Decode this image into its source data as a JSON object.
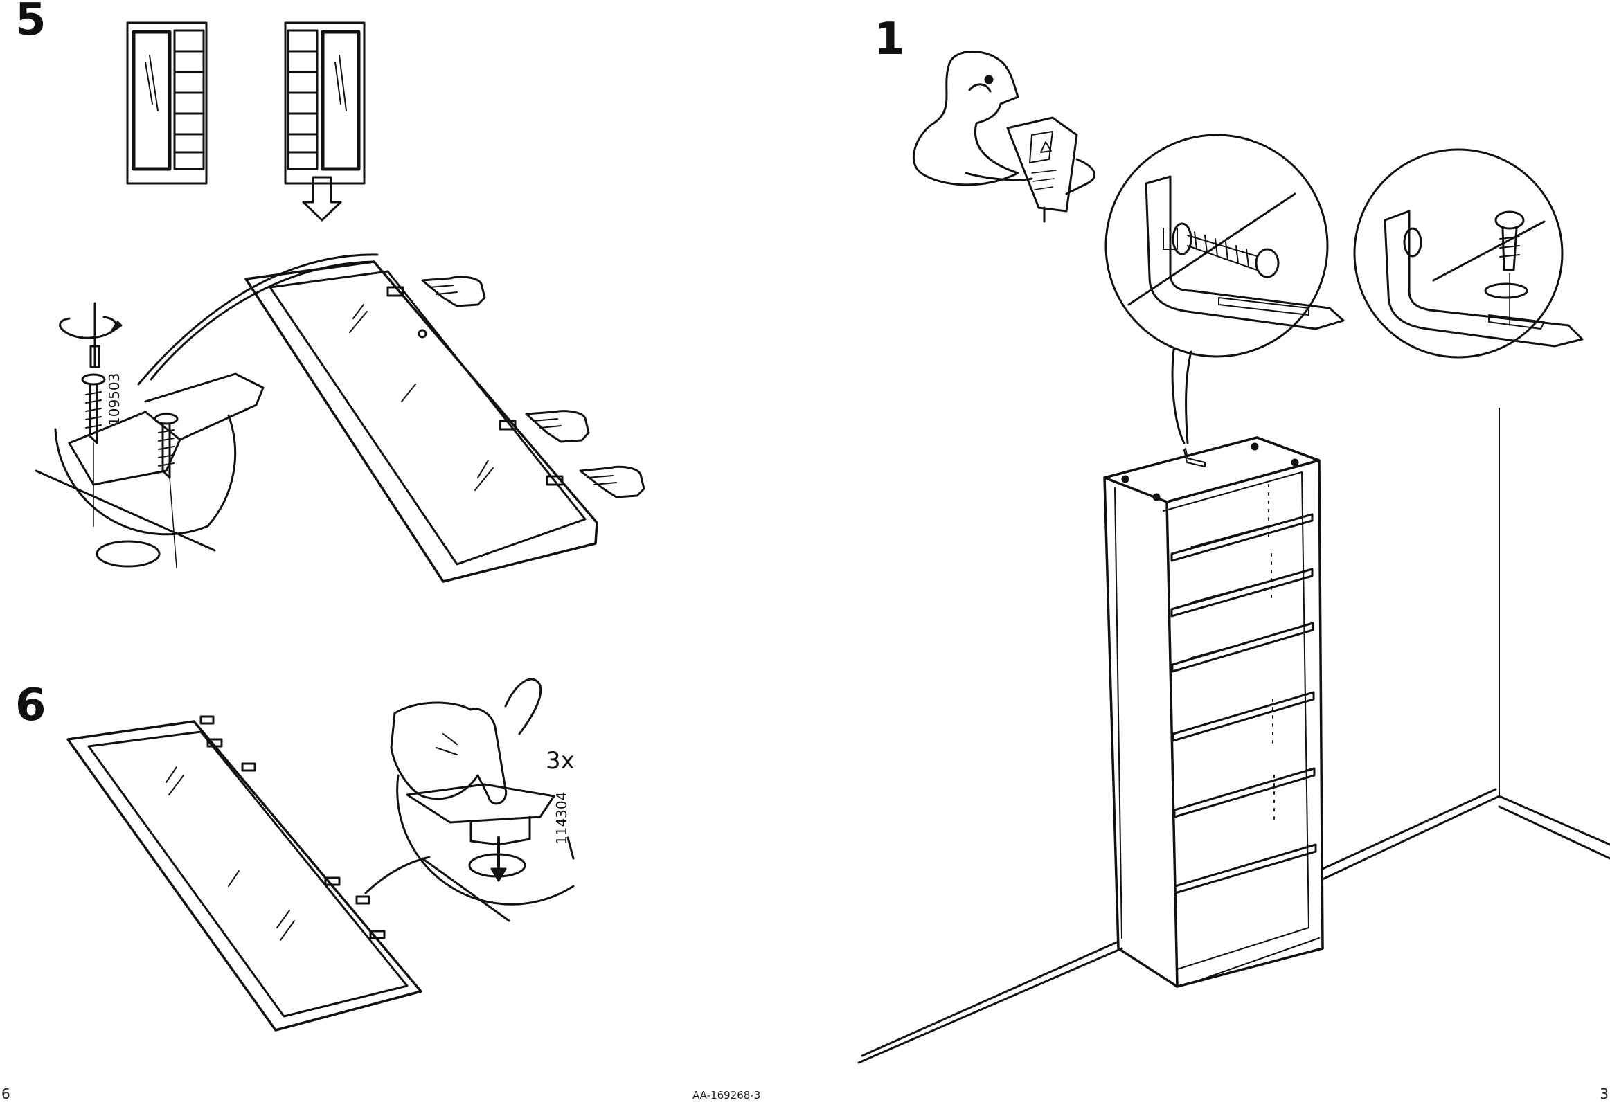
{
  "document": {
    "doc_code": "AA-169268-3",
    "page_left": "6",
    "page_right": "3"
  },
  "step5": {
    "number": "5",
    "screw_part": "109503"
  },
  "step6": {
    "number": "6",
    "cap_part": "114304",
    "quantity": "3x"
  },
  "step1": {
    "number": "1"
  }
}
